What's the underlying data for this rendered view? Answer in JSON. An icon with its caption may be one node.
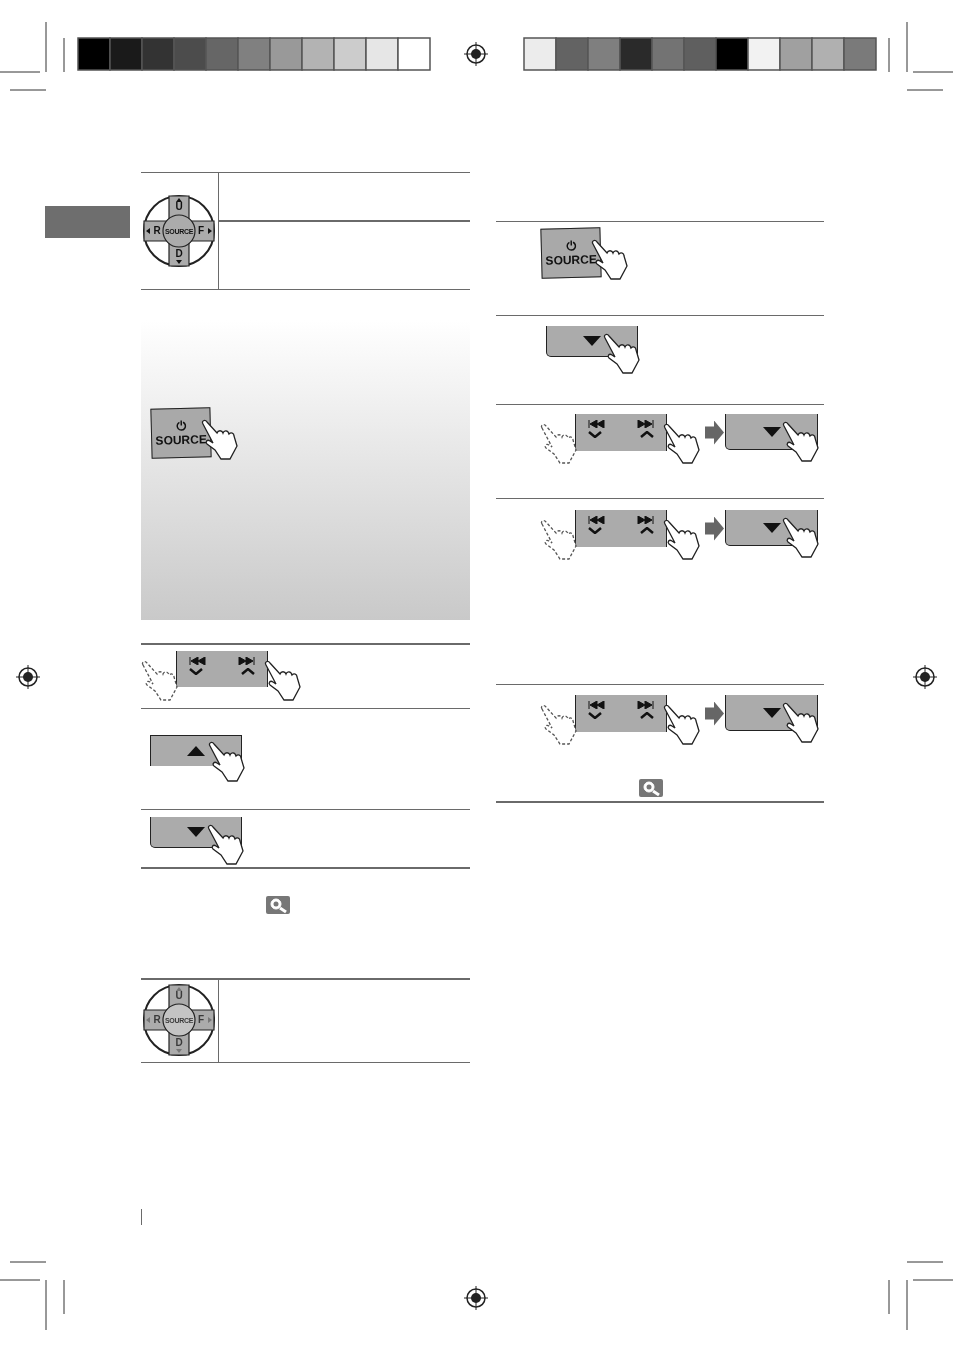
{
  "diagram": {
    "nodes": [
      {
        "text": [],
        "shape": "box"
      },
      {
        "text": [],
        "shape": "box"
      },
      {
        "text": [],
        "shape": "box"
      },
      {
        "text": [],
        "shape": "box"
      },
      {
        "text": [],
        "shape": "box"
      },
      {
        "text": [],
        "shape": "box"
      },
      {
        "text": [],
        "shape": "box"
      },
      {
        "text": [],
        "shape": "box"
      },
      {
        "text": [],
        "shape": "box"
      },
      {
        "text": [],
        "shape": "box"
      },
      {
        "text": [],
        "shape": "box"
      }
    ],
    "edges": [
      {
        "from": 5,
        "to": 6,
        "arrow": "to"
      },
      {
        "from": 7,
        "to": 8,
        "arrow": "to"
      },
      {
        "from": 9,
        "to": 10,
        "arrow": "to"
      }
    ],
    "labels": [
      "U",
      "R",
      "SOURCE",
      "F",
      "D",
      "SOURCE",
      "SOURCE",
      "U",
      "R",
      "SOURCE",
      "F",
      "D"
    ]
  }
}
